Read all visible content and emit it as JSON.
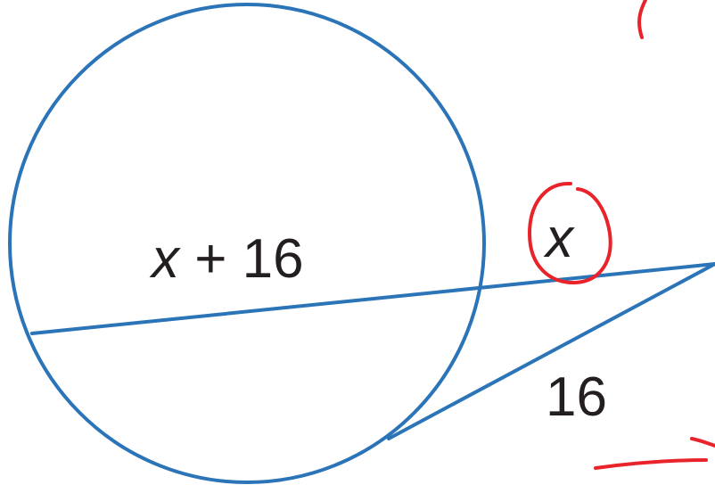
{
  "diagram": {
    "labels": {
      "secant_chord": {
        "var": "x",
        "op": " + ",
        "num": "16"
      },
      "external_segment": "x",
      "tangent_segment": "16"
    },
    "colors": {
      "figure": "#2b74b8",
      "label_text": "#231f20",
      "annotation": "#e8232a"
    }
  }
}
